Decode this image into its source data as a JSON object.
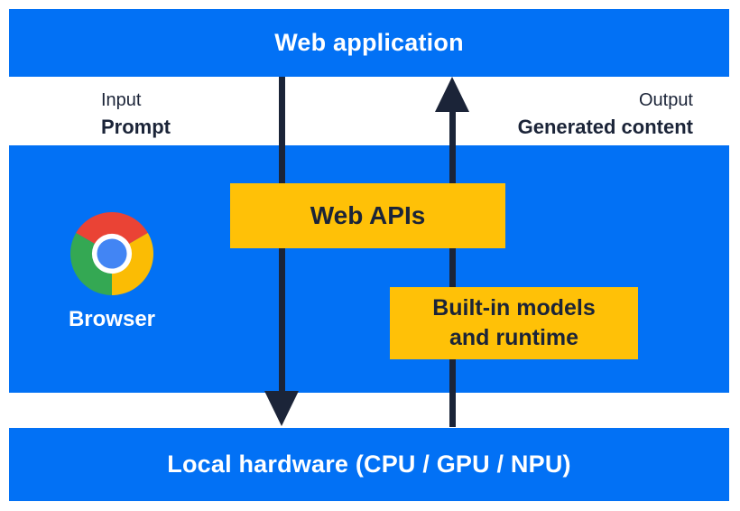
{
  "colors": {
    "blue": "#0271F5",
    "yellow": "#FFC107",
    "navy": "#1B2438",
    "white": "#FFFFFF",
    "chrome_red": "#EA4335",
    "chrome_green": "#34A853",
    "chrome_yellow": "#FBBC04",
    "chrome_blue": "#4285F4"
  },
  "top_bar": {
    "label": "Web application"
  },
  "flow_labels": {
    "input_title": "Input",
    "input_value": "Prompt",
    "output_title": "Output",
    "output_value": "Generated content"
  },
  "browser": {
    "label": "Browser",
    "logo_icon": "chrome-logo"
  },
  "boxes": {
    "web_apis": "Web APIs",
    "builtin_line1": "Built-in models",
    "builtin_line2": "and runtime"
  },
  "bottom_bar": {
    "label": "Local hardware (CPU / GPU / NPU)"
  }
}
